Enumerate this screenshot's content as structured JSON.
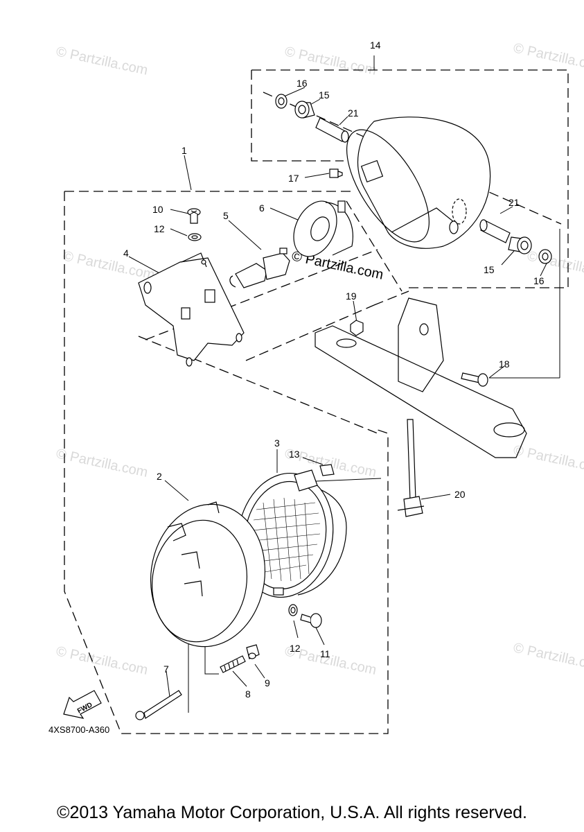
{
  "diagram": {
    "callouts": {
      "c1": "1",
      "c2": "2",
      "c3": "3",
      "c4": "4",
      "c5": "5",
      "c6": "6",
      "c7": "7",
      "c8": "8",
      "c9": "9",
      "c10": "10",
      "c11": "11",
      "c12a": "12",
      "c12b": "12",
      "c13": "13",
      "c14": "14",
      "c15a": "15",
      "c15b": "15",
      "c16a": "16",
      "c16b": "16",
      "c17": "17",
      "c18": "18",
      "c19": "19",
      "c20": "20",
      "c21a": "21",
      "c21b": "21"
    },
    "fwd_label": "FWD",
    "diagram_code": "4XS8700-A360",
    "watermark": "© Partzilla.com"
  },
  "footer": {
    "copyright": "©2013 Yamaha Motor Corporation, U.S.A. All rights reserved."
  }
}
